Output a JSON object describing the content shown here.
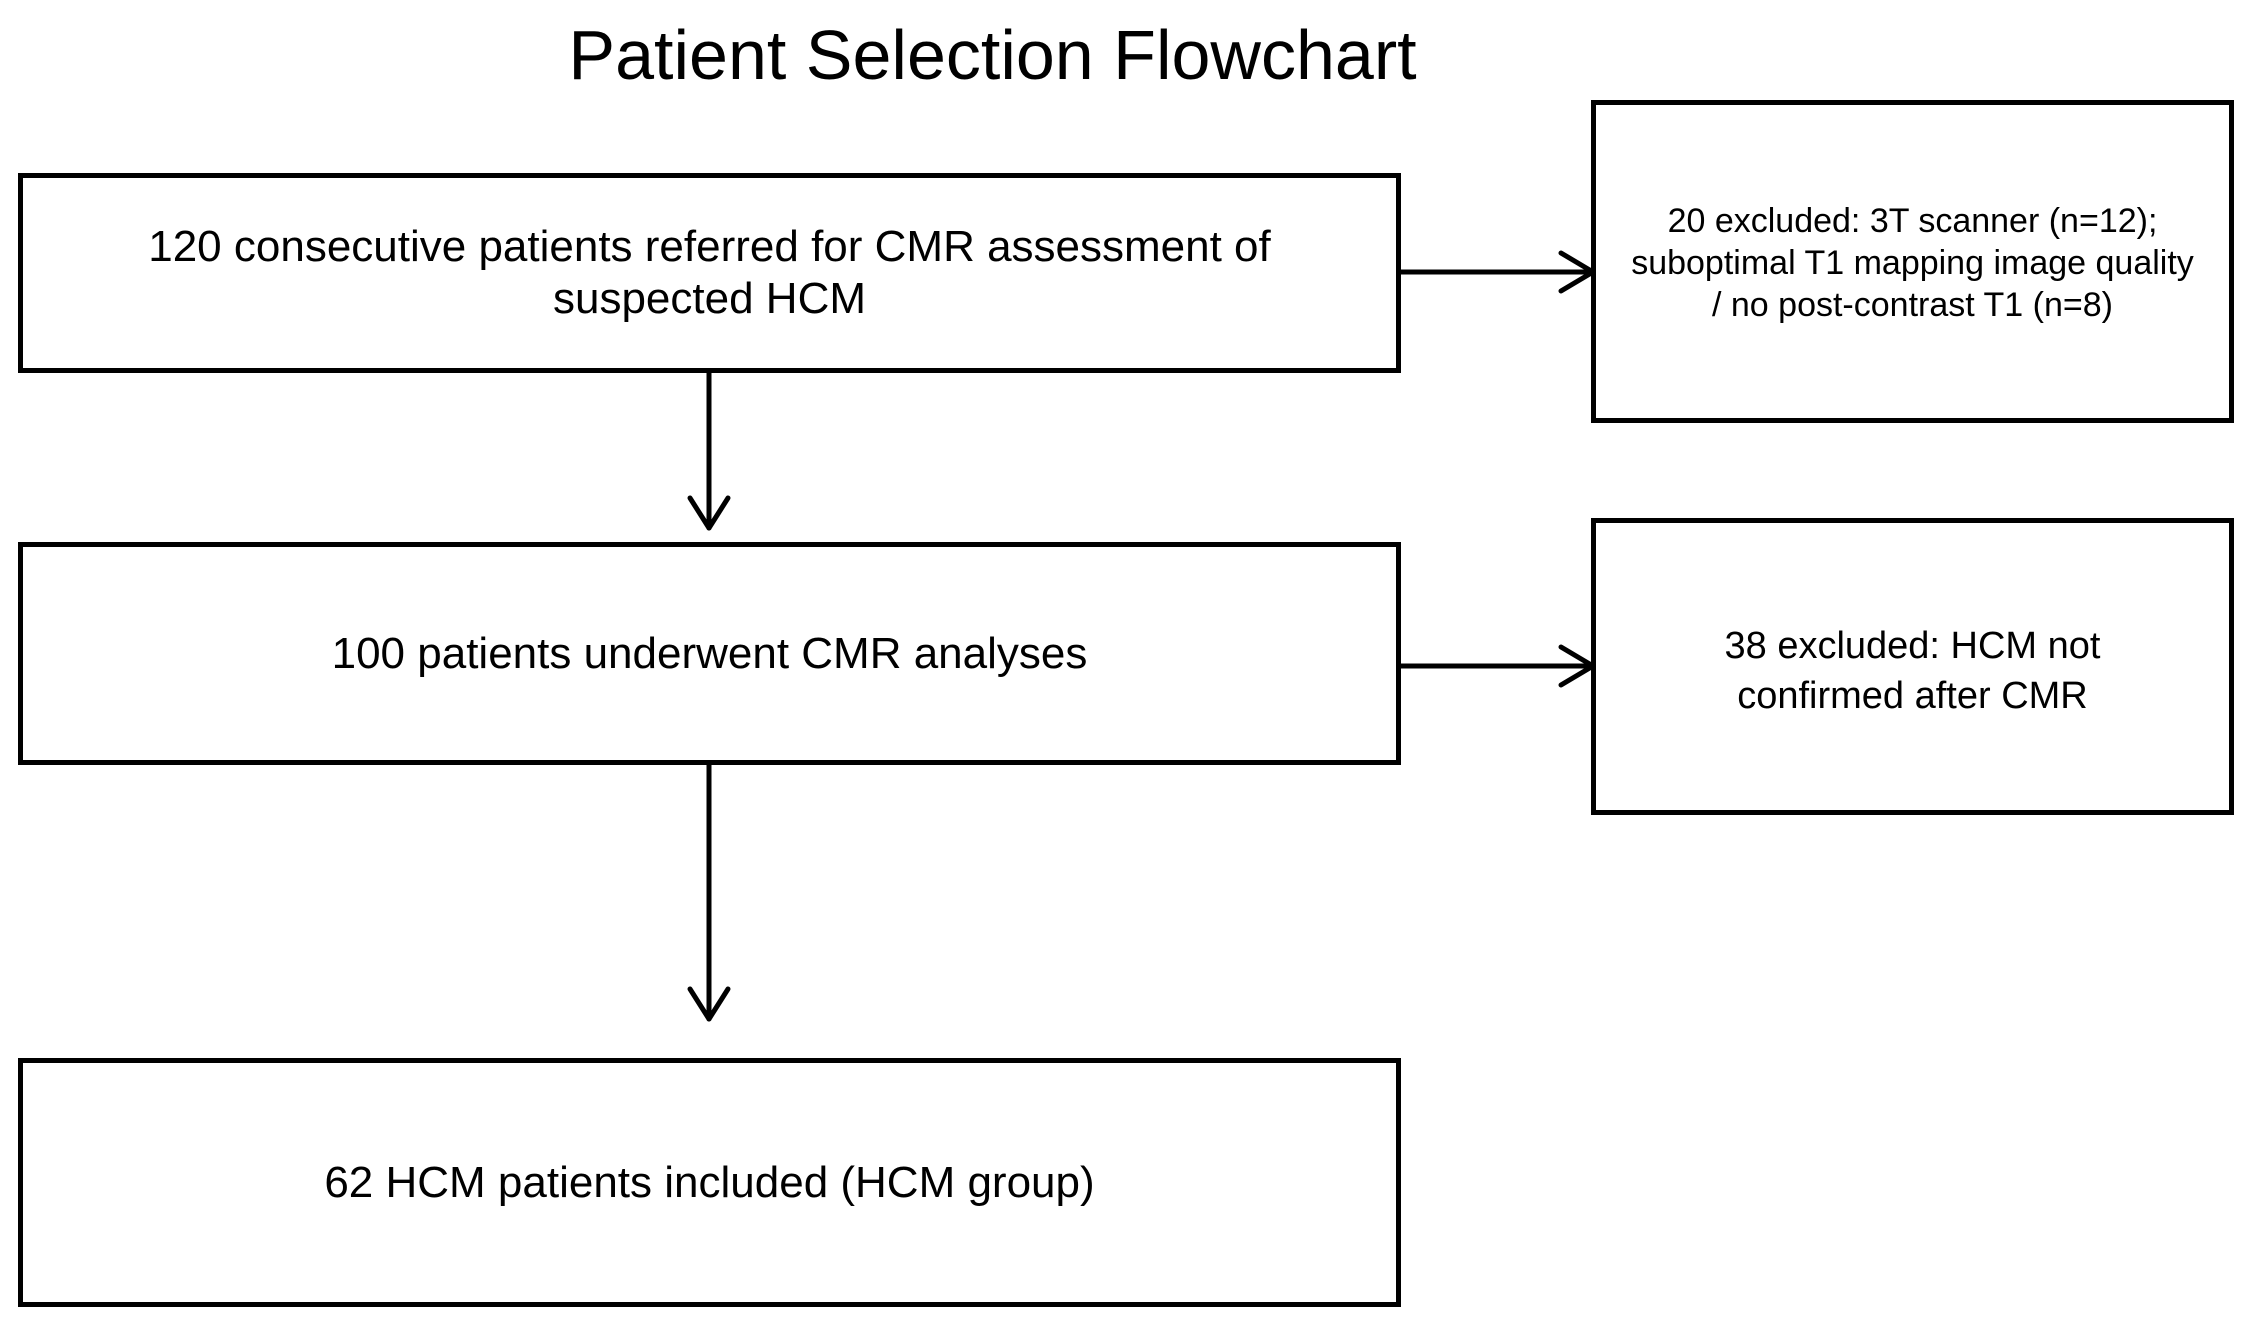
{
  "title": "Patient Selection Flowchart",
  "boxes": {
    "referred": "120 consecutive patients referred for CMR assessment of\nsuspected HCM",
    "excluded_1": "20 excluded: 3T scanner (n=12);\nsuboptimal T1 mapping image quality\n/ no post-contrast T1 (n=8)",
    "analyses": "100 patients underwent CMR analyses",
    "excluded_2": "38 excluded: HCM not\nconfirmed after CMR",
    "included": "62 HCM patients included (HCM group)"
  },
  "colors": {
    "stroke": "#000000",
    "background": "#ffffff"
  }
}
